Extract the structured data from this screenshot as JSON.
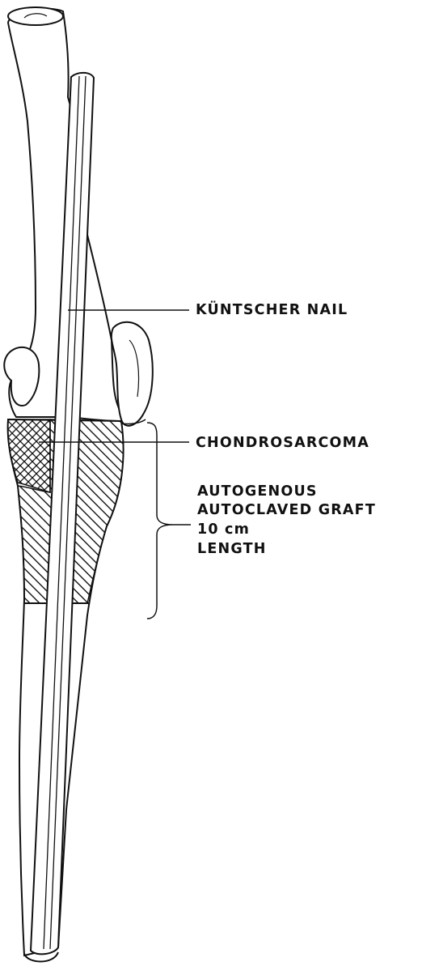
{
  "labels": {
    "nail": "KÜNTSCHER NAIL",
    "chondrosarcoma": "CHONDROSARCOMA",
    "graft_line1": "AUTOGENOUS",
    "graft_line2": "AUTOCLAVED GRAFT",
    "graft_line3": "10 cm",
    "graft_line4": "LENGTH"
  }
}
